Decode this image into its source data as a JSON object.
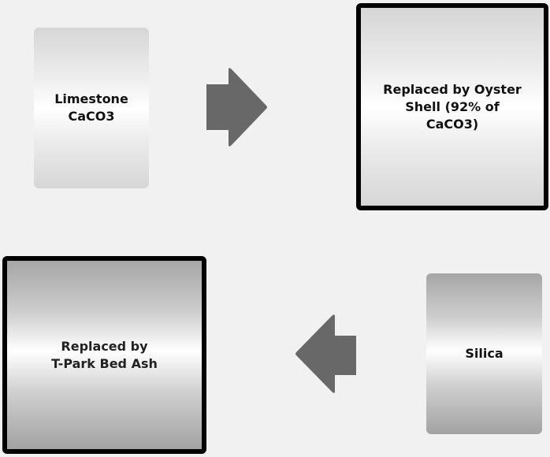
{
  "diagram": {
    "nodes": [
      {
        "id": "limestone",
        "lines": [
          "Limestone",
          "CaCO3"
        ]
      },
      {
        "id": "oyster",
        "lines": [
          "Replaced by Oyster",
          "Shell (92% of",
          "CaCO3)"
        ]
      },
      {
        "id": "silica",
        "lines": [
          "Silica"
        ]
      },
      {
        "id": "tpark",
        "lines": [
          "Replaced by",
          "T-Park Bed Ash"
        ]
      }
    ],
    "edges": [
      {
        "from": "limestone",
        "to": "oyster",
        "direction": "right"
      },
      {
        "from": "silica",
        "to": "tpark",
        "direction": "left"
      }
    ],
    "colors": {
      "background": "#f1f1f1",
      "arrow": "#686868",
      "border": "#000000"
    }
  }
}
